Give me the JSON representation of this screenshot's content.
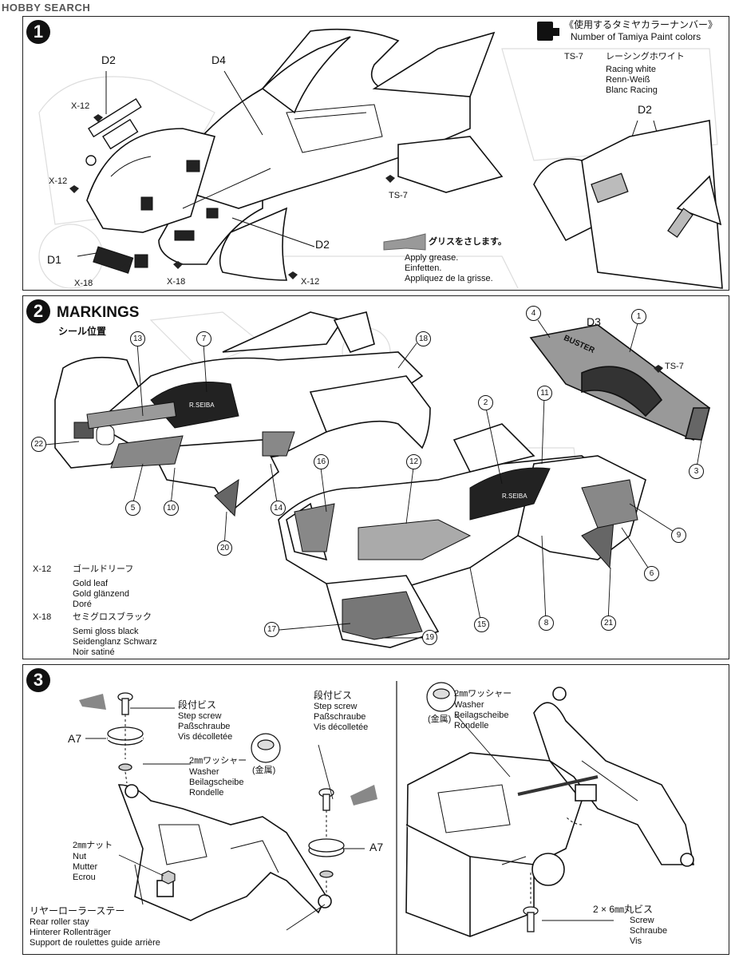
{
  "watermark": "HOBBY SEARCH",
  "panel1": {
    "step": "1",
    "paint_header_jp": "《使用するタミヤカラーナンバー》",
    "paint_header_en": "Number of Tamiya Paint colors",
    "paint_code": "TS-7",
    "paint_name_jp": "レーシングホワイト",
    "paint_names": [
      "Racing white",
      "Renn-Weiß",
      "Blanc Racing"
    ],
    "labels": {
      "d2_top": "D2",
      "d4": "D4",
      "x12_a": "X-12",
      "x12_b": "X-12",
      "ts7": "TS-7",
      "d2_mid": "D2",
      "d1": "D1",
      "x18_a": "X-18",
      "x18_b": "X-18",
      "x12_c": "X-12",
      "d2_right": "D2"
    },
    "grease_jp": "グリスをさします。",
    "grease_lines": [
      "Apply grease.",
      "Einfetten.",
      "Appliquez de la grisse."
    ]
  },
  "panel2": {
    "step": "2",
    "title": "MARKINGS",
    "subtitle_jp": "シール位置",
    "labels": {
      "d3": "D3",
      "ts7": "TS-7"
    },
    "sticker_numbers": [
      "13",
      "7",
      "18",
      "4",
      "1",
      "22",
      "5",
      "10",
      "14",
      "20",
      "16",
      "12",
      "2",
      "11",
      "3",
      "9",
      "6",
      "21",
      "17",
      "19",
      "15",
      "8"
    ],
    "decal_text_1": "R.SEIBA",
    "decal_text_2": "R.SEIBA",
    "wing_text": "BUSTER",
    "colors": [
      {
        "code": "X-12",
        "name_jp": "ゴールドリーフ",
        "names": [
          "Gold leaf",
          "Gold glänzend",
          "Doré"
        ]
      },
      {
        "code": "X-18",
        "name_jp": "セミグロスブラック",
        "names": [
          "Semi gloss black",
          "Seidenglanz Schwarz",
          "Noir satiné"
        ]
      }
    ]
  },
  "panel3": {
    "step": "3",
    "step_screw_a": {
      "jp": "段付ビス",
      "lines": [
        "Step screw",
        "Paßschraube",
        "Vis décolletée"
      ]
    },
    "step_screw_b": {
      "jp": "段付ビス",
      "lines": [
        "Step screw",
        "Paßschraube",
        "Vis décolletée"
      ]
    },
    "washer_a": {
      "jp": "2㎜ワッシャー",
      "lines": [
        "Washer",
        "Beilagscheibe",
        "Rondelle"
      ]
    },
    "washer_b": {
      "jp": "2㎜ワッシャー",
      "lines": [
        "Washer",
        "Beilagscheibe",
        "Rondelle"
      ]
    },
    "metal_a": "(金属)",
    "metal_b": "(金属)",
    "a7_left": "A7",
    "a7_right": "A7",
    "nut": {
      "jp": "2㎜ナット",
      "lines": [
        "Nut",
        "Mutter",
        "Ecrou"
      ]
    },
    "rear_stay": {
      "jp": "リヤーローラーステー",
      "lines": [
        "Rear roller stay",
        "Hinterer Rollenträger",
        "Support de roulettes guide arrière"
      ]
    },
    "screw": {
      "jp": "2 × 6㎜丸ビス",
      "lines": [
        "Screw",
        "Schraube",
        "Vis"
      ]
    }
  }
}
